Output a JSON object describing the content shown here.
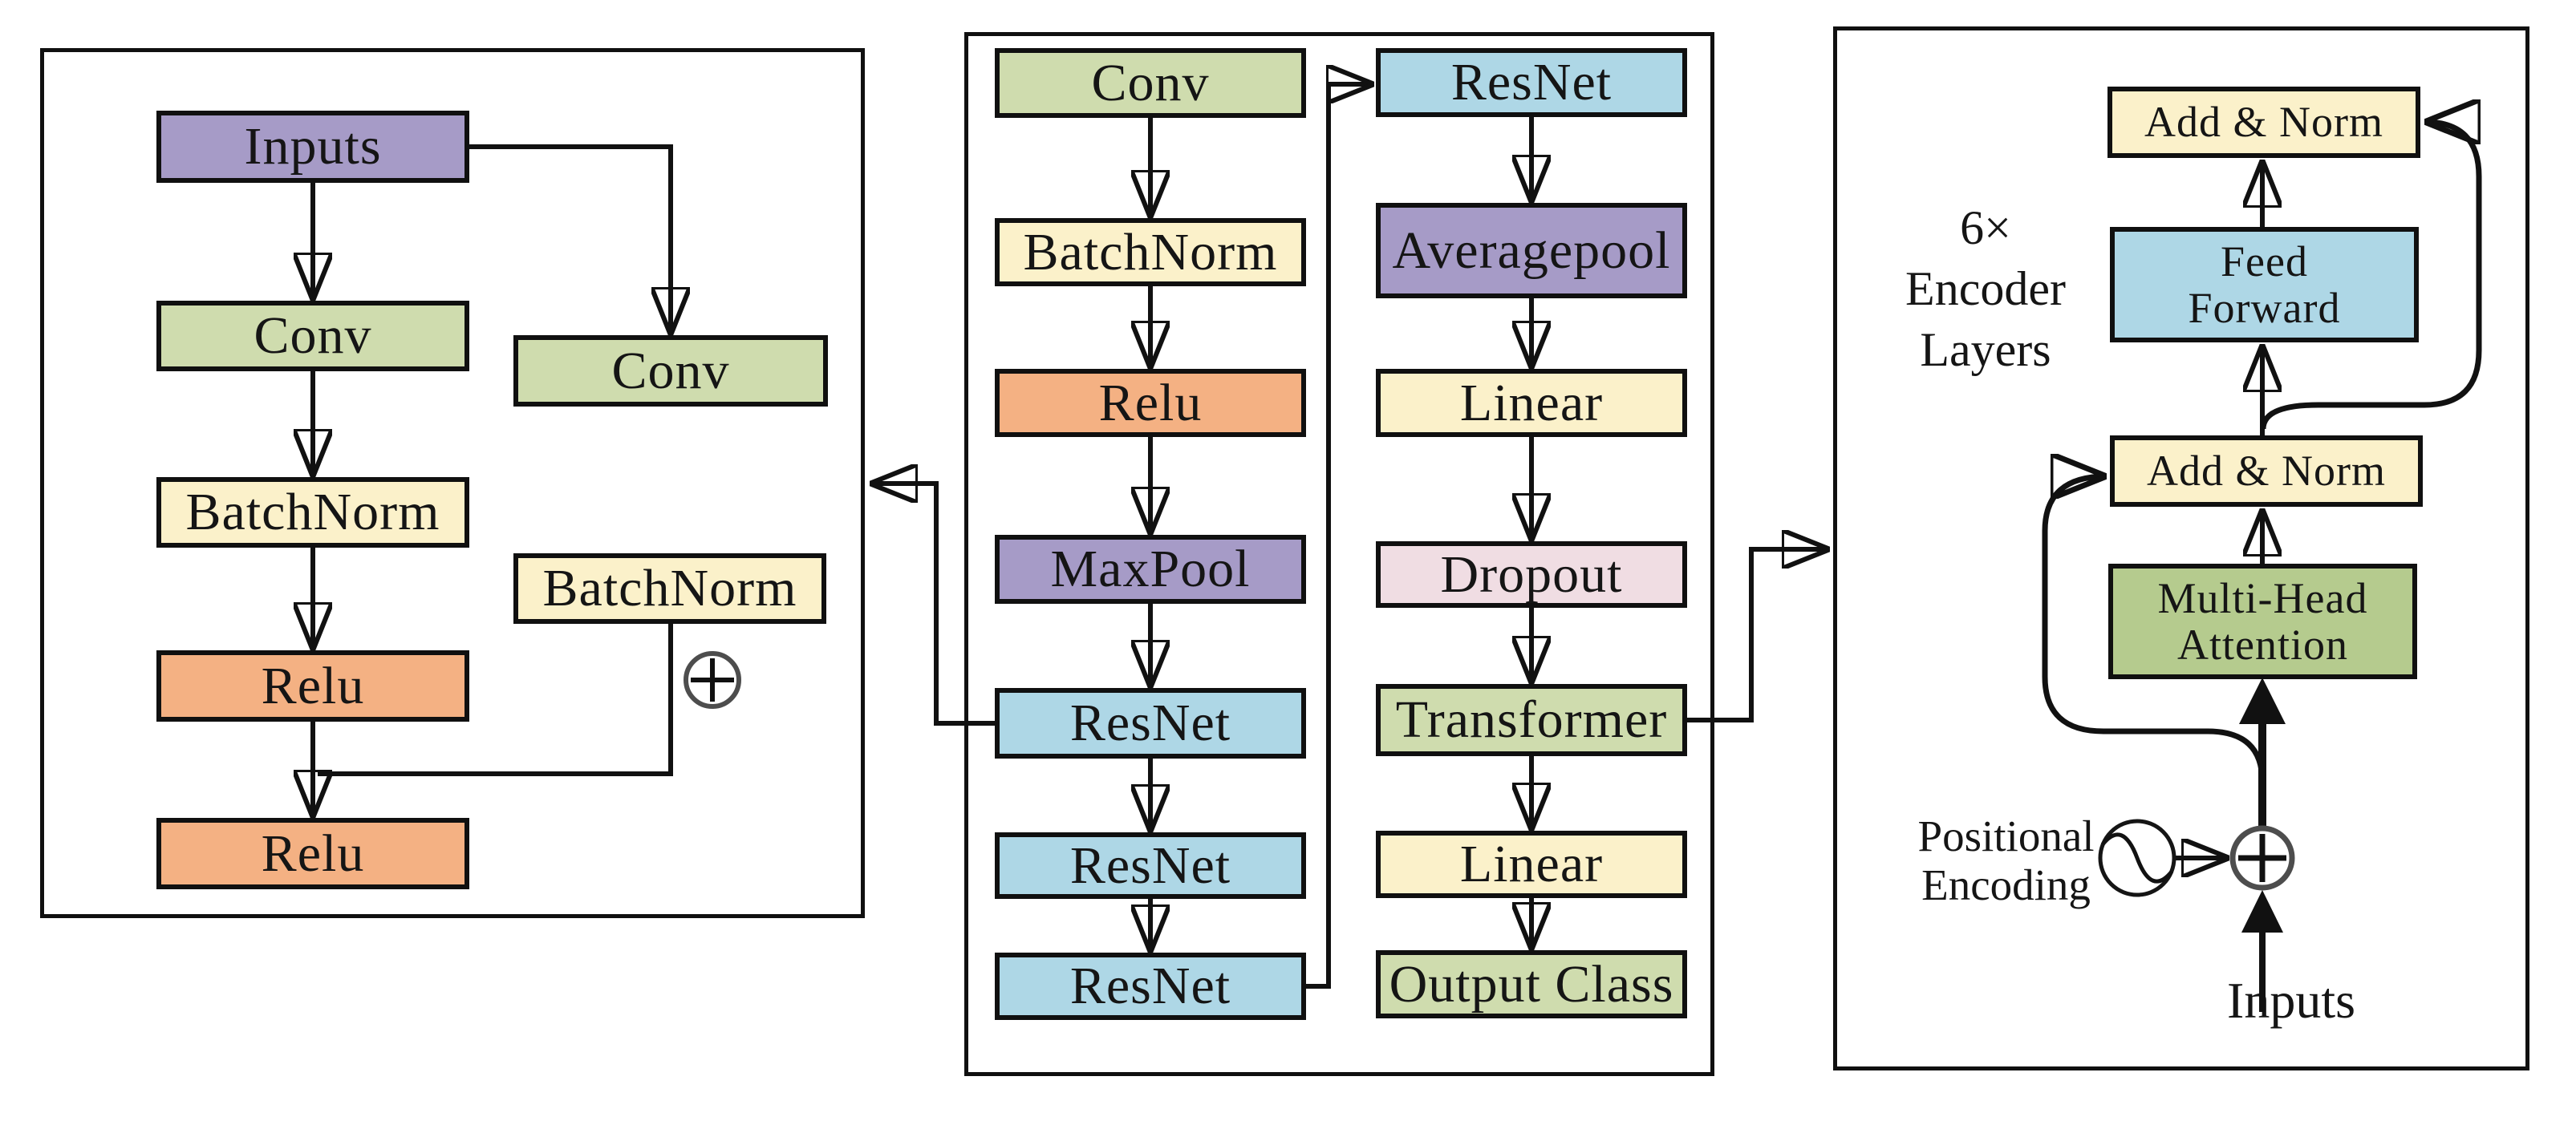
{
  "palette": {
    "purple": "#a69bc7",
    "green": "#cfdcae",
    "yellow": "#fbf1ca",
    "orange": "#f4b183",
    "blue": "#aed7e6",
    "pink": "#f0dde3",
    "attention_green": "#b5cb8e",
    "outline": "#111111",
    "plus_gray": "#4d4d4d"
  },
  "panels": {
    "resnet_block": {
      "boxes": {
        "inputs": "Inputs",
        "conv_main": "Conv",
        "batchnorm_main": "BatchNorm",
        "relu_main": "Relu",
        "relu_out": "Relu",
        "conv_skip": "Conv",
        "batchnorm_skip": "BatchNorm"
      },
      "add_symbol": "⊕"
    },
    "backbone": {
      "stem_column": [
        "Conv",
        "BatchNorm",
        "Relu",
        "MaxPool",
        "ResNet",
        "ResNet",
        "ResNet"
      ],
      "head_column": [
        "ResNet",
        "Averagepool",
        "Linear",
        "Dropout",
        "Transformer",
        "Linear",
        "Output Class"
      ]
    },
    "encoder": {
      "repeat_label": [
        "6×",
        "Encoder",
        "Layers"
      ],
      "add_norm_top": "Add & Norm",
      "feed_forward": [
        "Feed",
        "Forward"
      ],
      "add_norm_mid": "Add & Norm",
      "attention": [
        "Multi-Head",
        "Attention"
      ],
      "positional_encoding": [
        "Positional",
        "Encoding"
      ],
      "inputs_label": "Inputs",
      "add_symbol": "⊕"
    }
  }
}
